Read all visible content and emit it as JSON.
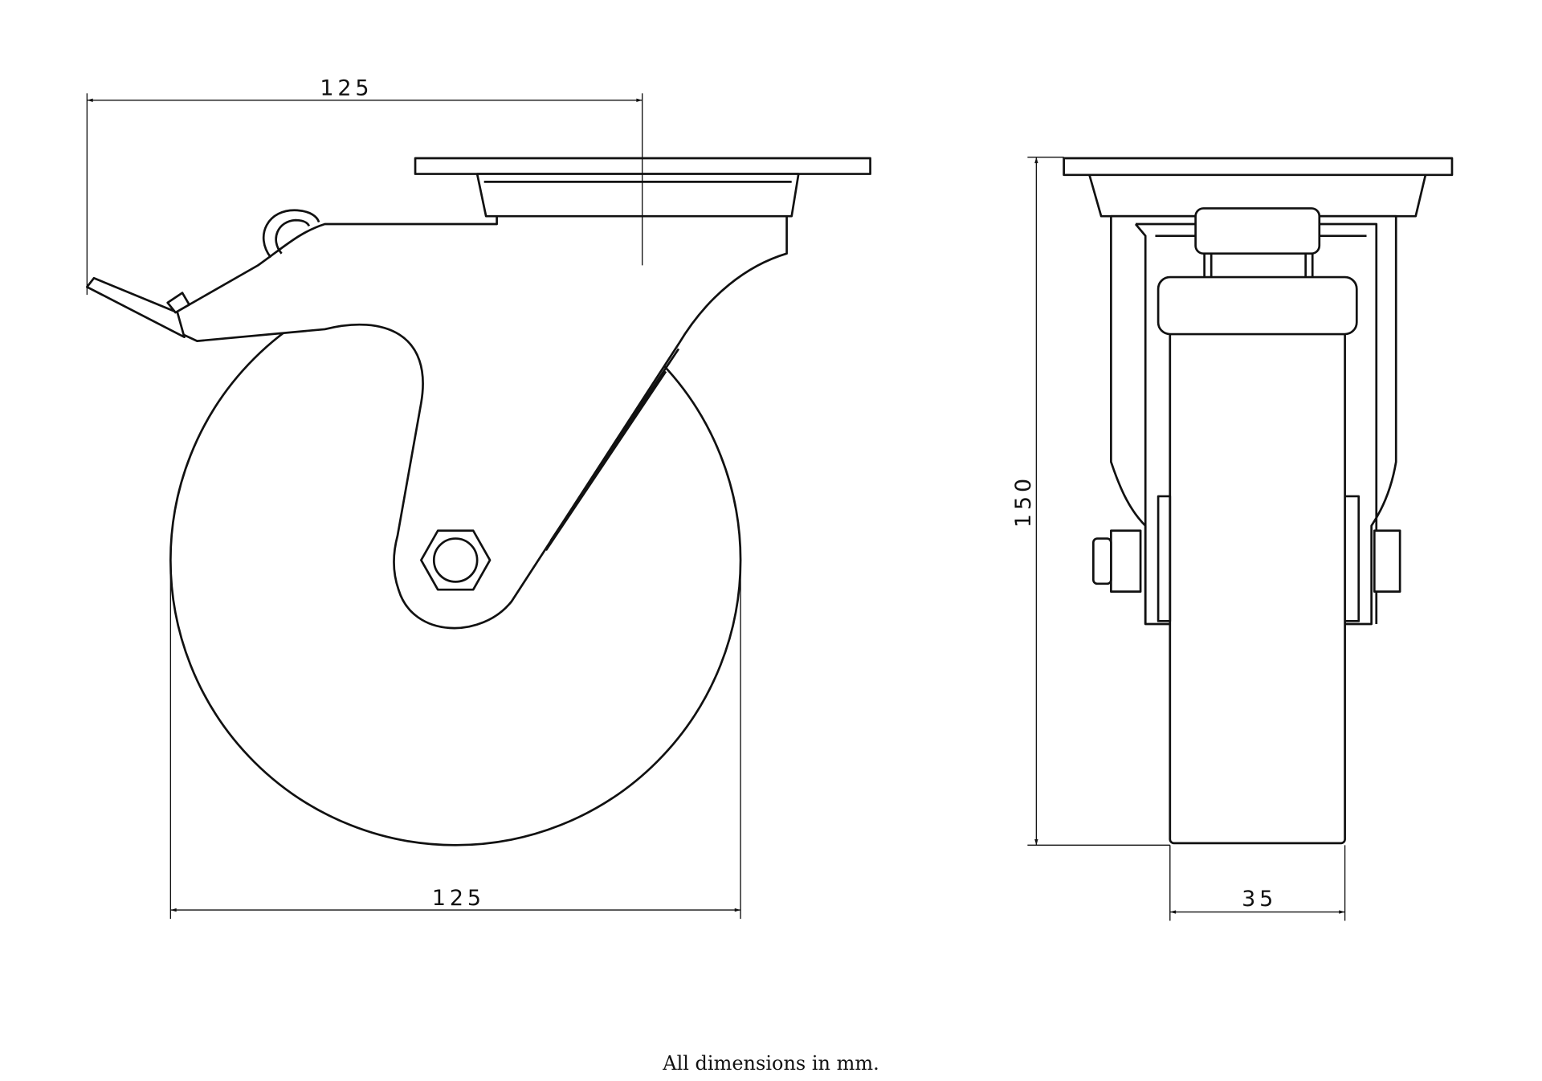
{
  "dimensions": {
    "overall_reach": "125",
    "wheel_diameter": "125",
    "overall_height": "150",
    "wheel_width": "35"
  },
  "caption": "All dimensions in mm."
}
